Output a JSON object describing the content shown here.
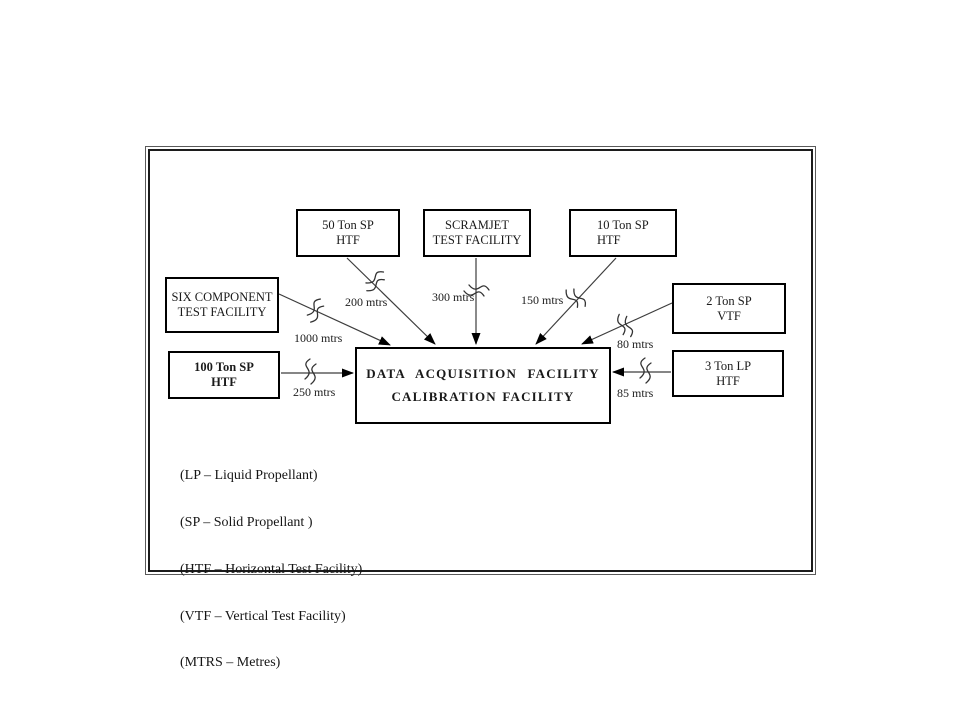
{
  "center_box": {
    "line1": "DATA ACQUISITION FACILITY",
    "line2": "CALIBRATION FACILITY"
  },
  "boxes": {
    "six_component": {
      "line1": "SIX COMPONENT",
      "line2": "TEST FACILITY"
    },
    "fifty_ton": {
      "line1": "50 Ton SP",
      "line2": "HTF"
    },
    "scramjet": {
      "line1": "SCRAMJET",
      "line2": "TEST FACILITY"
    },
    "ten_ton": {
      "line1": "10 Ton SP",
      "line2": "HTF"
    },
    "two_ton": {
      "line1": "2 Ton SP",
      "line2": "VTF"
    },
    "hundred_ton": {
      "line1": "100 Ton SP",
      "line2": "HTF"
    },
    "three_ton": {
      "line1": "3 Ton LP",
      "line2": "HTF"
    }
  },
  "distances": {
    "six_component": "1000 mtrs",
    "fifty_ton": "200 mtrs",
    "scramjet": "300 mtrs",
    "ten_ton": "150 mtrs",
    "two_ton": "80 mtrs",
    "hundred_ton": "250 mtrs",
    "three_ton": "85 mtrs"
  },
  "legend": {
    "lp": "(LP – Liquid Propellant)",
    "sp": "(SP – Solid Propellant )",
    "htf": "(HTF – Horizontal Test Facility)",
    "vtf": "(VTF – Vertical Test Facility)",
    "mtrs": "(MTRS – Metres)"
  },
  "colors": {
    "line": "#3d3d3d",
    "arrow": "#000000",
    "border": "#000000",
    "text": "#1a1a1a"
  }
}
